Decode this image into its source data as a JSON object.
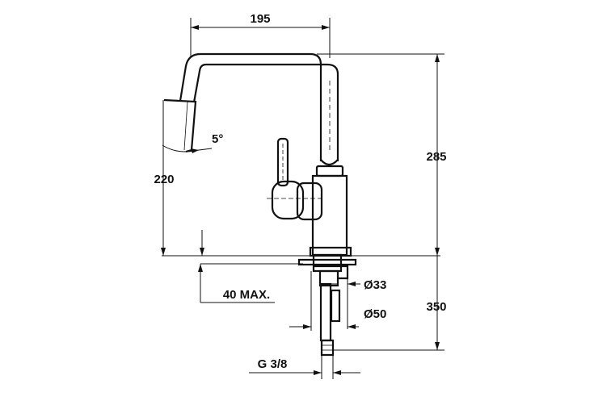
{
  "dimensions": {
    "spout_reach": "195",
    "total_height": "285",
    "spout_height": "220",
    "spout_angle": "5°",
    "max_thickness": "40 MAX.",
    "base_diameter": "Ø33",
    "hole_diameter": "Ø50",
    "below_counter": "350",
    "thread": "G 3/8"
  }
}
